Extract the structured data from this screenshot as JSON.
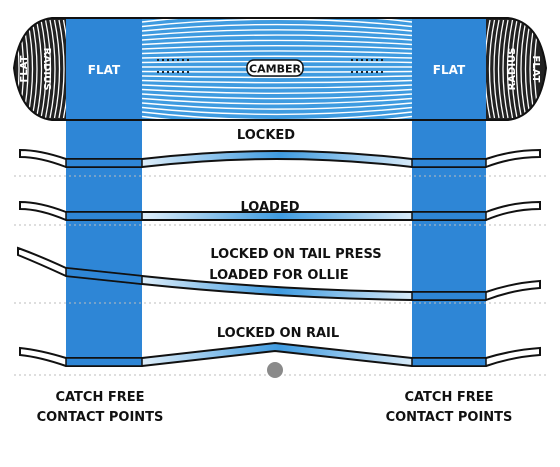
{
  "board": {
    "tip_label_top": "FLAT",
    "tip_label_bottom": "RADIUS",
    "flat_label": "FLAT",
    "camber_label": "CAMBER"
  },
  "states": [
    {
      "label": "LOCKED"
    },
    {
      "label": "LOADED"
    },
    {
      "label_line1": "LOCKED ON TAIL PRESS",
      "label_line2": "LOADED FOR OLLIE"
    },
    {
      "label": "LOCKED ON RAIL"
    }
  ],
  "footer": {
    "left_line1": "CATCH FREE",
    "left_line2": "CONTACT POINTS",
    "right_line1": "CATCH FREE",
    "right_line2": "CONTACT POINTS"
  },
  "colors": {
    "zone_blue": "#2e86d6",
    "board_blue": "#3f9be0",
    "outline": "#1a1a1a",
    "dotted_line": "#bdbdbd",
    "rail": "#8a8a8a"
  }
}
